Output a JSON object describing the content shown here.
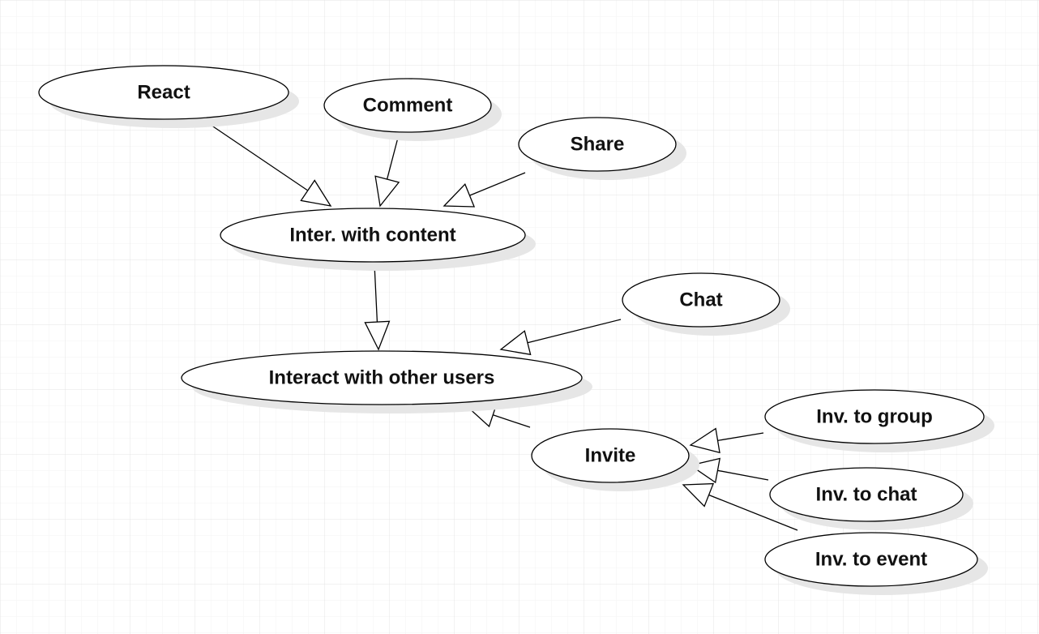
{
  "canvas": {
    "background": "#ffffff",
    "grid": true,
    "grid_minor_color": "#f3f3f3",
    "grid_major_color": "#e4e4e4"
  },
  "nodes": [
    {
      "id": "react",
      "label": "React"
    },
    {
      "id": "comment",
      "label": "Comment"
    },
    {
      "id": "share",
      "label": "Share"
    },
    {
      "id": "inter-content",
      "label": "Inter. with content"
    },
    {
      "id": "chat",
      "label": "Chat"
    },
    {
      "id": "interact-users",
      "label": "Interact with other users"
    },
    {
      "id": "invite",
      "label": "Invite"
    },
    {
      "id": "inv-group",
      "label": "Inv. to group"
    },
    {
      "id": "inv-chat",
      "label": "Inv. to chat"
    },
    {
      "id": "inv-event",
      "label": "Inv. to event"
    }
  ],
  "edges": [
    {
      "from": "react",
      "to": "inter-content",
      "type": "generalization"
    },
    {
      "from": "comment",
      "to": "inter-content",
      "type": "generalization"
    },
    {
      "from": "share",
      "to": "inter-content",
      "type": "generalization"
    },
    {
      "from": "inter-content",
      "to": "interact-users",
      "type": "generalization"
    },
    {
      "from": "chat",
      "to": "interact-users",
      "type": "generalization"
    },
    {
      "from": "invite",
      "to": "interact-users",
      "type": "generalization"
    },
    {
      "from": "inv-group",
      "to": "invite",
      "type": "generalization"
    },
    {
      "from": "inv-chat",
      "to": "invite",
      "type": "generalization"
    },
    {
      "from": "inv-event",
      "to": "invite",
      "type": "generalization"
    }
  ]
}
